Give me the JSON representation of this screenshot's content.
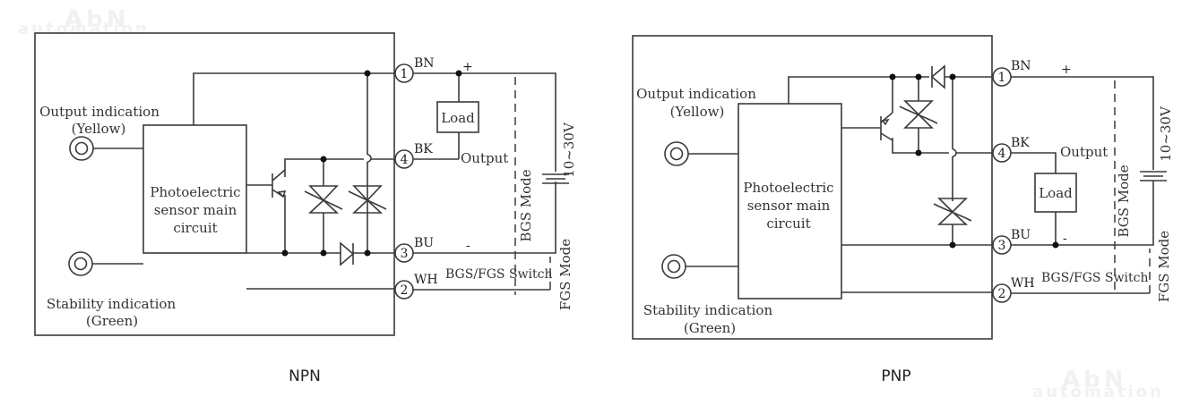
{
  "watermark": {
    "line1": "AbN",
    "line2": "automation"
  },
  "diagrams": [
    {
      "id": "npn",
      "caption": "NPN",
      "indicator_top": {
        "label": "Output indication",
        "color": "(Yellow)"
      },
      "indicator_bottom": {
        "label": "Stability indication",
        "color": "(Green)"
      },
      "main_circuit": [
        "Photoelectric",
        "sensor main",
        "circuit"
      ],
      "pins": [
        {
          "number": "1",
          "wire": "BN"
        },
        {
          "number": "4",
          "wire": "BK"
        },
        {
          "number": "3",
          "wire": "BU"
        },
        {
          "number": "2",
          "wire": "WH"
        }
      ],
      "load": "Load",
      "output": "Output",
      "plus": "+",
      "minus": "-",
      "voltage": "10~30V",
      "bgs_mode": "BGS Mode",
      "fgs_mode": "FGS Mode",
      "switch": "BGS/FGS Switch"
    },
    {
      "id": "pnp",
      "caption": "PNP",
      "indicator_top": {
        "label": "Output indication",
        "color": "(Yellow)"
      },
      "indicator_bottom": {
        "label": "Stability indication",
        "color": "(Green)"
      },
      "main_circuit": [
        "Photoelectric",
        "sensor main",
        "circuit"
      ],
      "pins": [
        {
          "number": "1",
          "wire": "BN"
        },
        {
          "number": "4",
          "wire": "BK"
        },
        {
          "number": "3",
          "wire": "BU"
        },
        {
          "number": "2",
          "wire": "WH"
        }
      ],
      "load": "Load",
      "output": "Output",
      "plus": "+",
      "minus": "-",
      "voltage": "10~30V",
      "bgs_mode": "BGS Mode",
      "fgs_mode": "FGS Mode",
      "switch": "BGS/FGS Switch"
    }
  ]
}
